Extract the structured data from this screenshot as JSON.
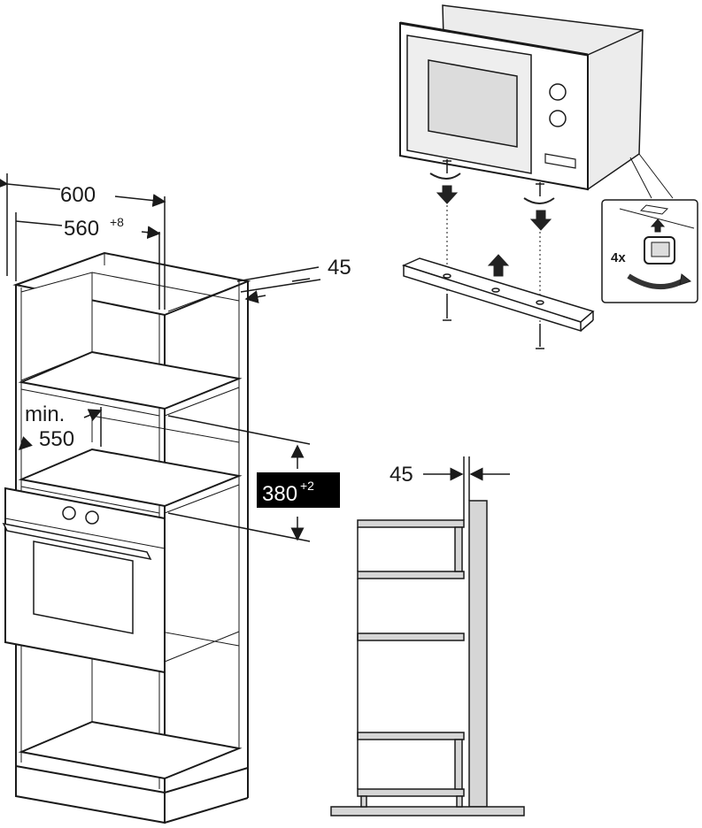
{
  "dimensions": {
    "width_total": "600",
    "width_inner": "560",
    "width_inner_tol": "+8",
    "depth_gap": "45",
    "min_label": "min.",
    "min_value": "550",
    "height_opening": "380",
    "height_opening_tol": "+2",
    "side_gap": "45"
  },
  "detail": {
    "count_label": "4x"
  },
  "colors": {
    "line": "#1a1a1a",
    "panel_fill": "#d6d6d6",
    "badge_bg": "#000000",
    "arrow": "#222222"
  }
}
